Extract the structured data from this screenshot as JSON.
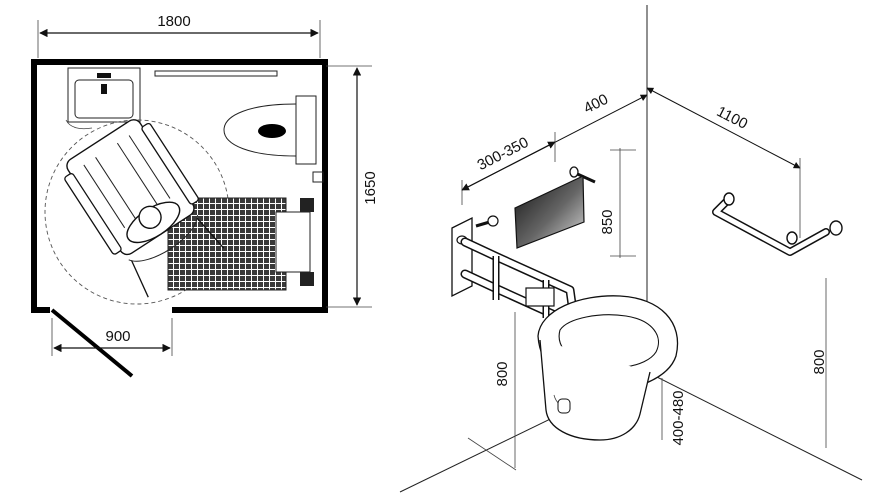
{
  "plan": {
    "dim_width": "1800",
    "dim_depth": "1650",
    "dim_door": "900"
  },
  "iso": {
    "dim_wall_left": "400",
    "dim_wall_right": "1100",
    "dim_backrest_offset": "300-350",
    "dim_backrest_height": "850",
    "dim_rail_height_left": "800",
    "dim_rail_height_right": "800",
    "dim_seat_height": "400-480"
  }
}
